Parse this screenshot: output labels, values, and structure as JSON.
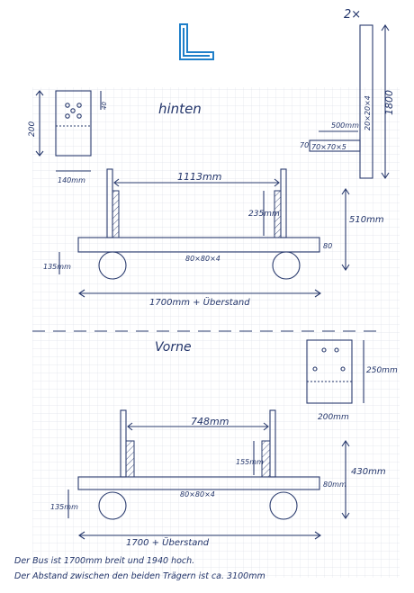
{
  "logo": {
    "color": "#1f7fc9",
    "icon": "brand-L-logo"
  },
  "colors": {
    "ink": "#2a3b6e",
    "grid": "#dfe3ea",
    "paper": "#ffffff"
  },
  "top_right": {
    "count": "2×",
    "beam_profile": "20×20×4",
    "length": "1800",
    "plate_width": "500mm",
    "flange_size": "70",
    "profile": "70×70×5"
  },
  "rear": {
    "title": "hinten",
    "plate_height": "200",
    "plate_dim_side": "40",
    "plate_width": "140mm",
    "span": "1113mm",
    "post_height": "235mm",
    "beam_profile": "80×80×4",
    "beam_height": "80",
    "total_height": "510mm",
    "ground_clearance": "135mm",
    "width_label": "1700mm + Überstand"
  },
  "front": {
    "title": "Vorne",
    "plate_height": "250mm",
    "plate_width": "200mm",
    "span": "748mm",
    "post_height": "155mm",
    "beam_profile": "80×80×4",
    "beam_height": "80mm",
    "total_height": "430mm",
    "ground_clearance": "135mm",
    "width_label": "1700 + Überstand"
  },
  "notes": {
    "line1": "Der Bus ist 1700mm breit und 1940 hoch.",
    "line2": "Der Abstand zwischen den beiden Trägern ist ca. 3100mm"
  }
}
